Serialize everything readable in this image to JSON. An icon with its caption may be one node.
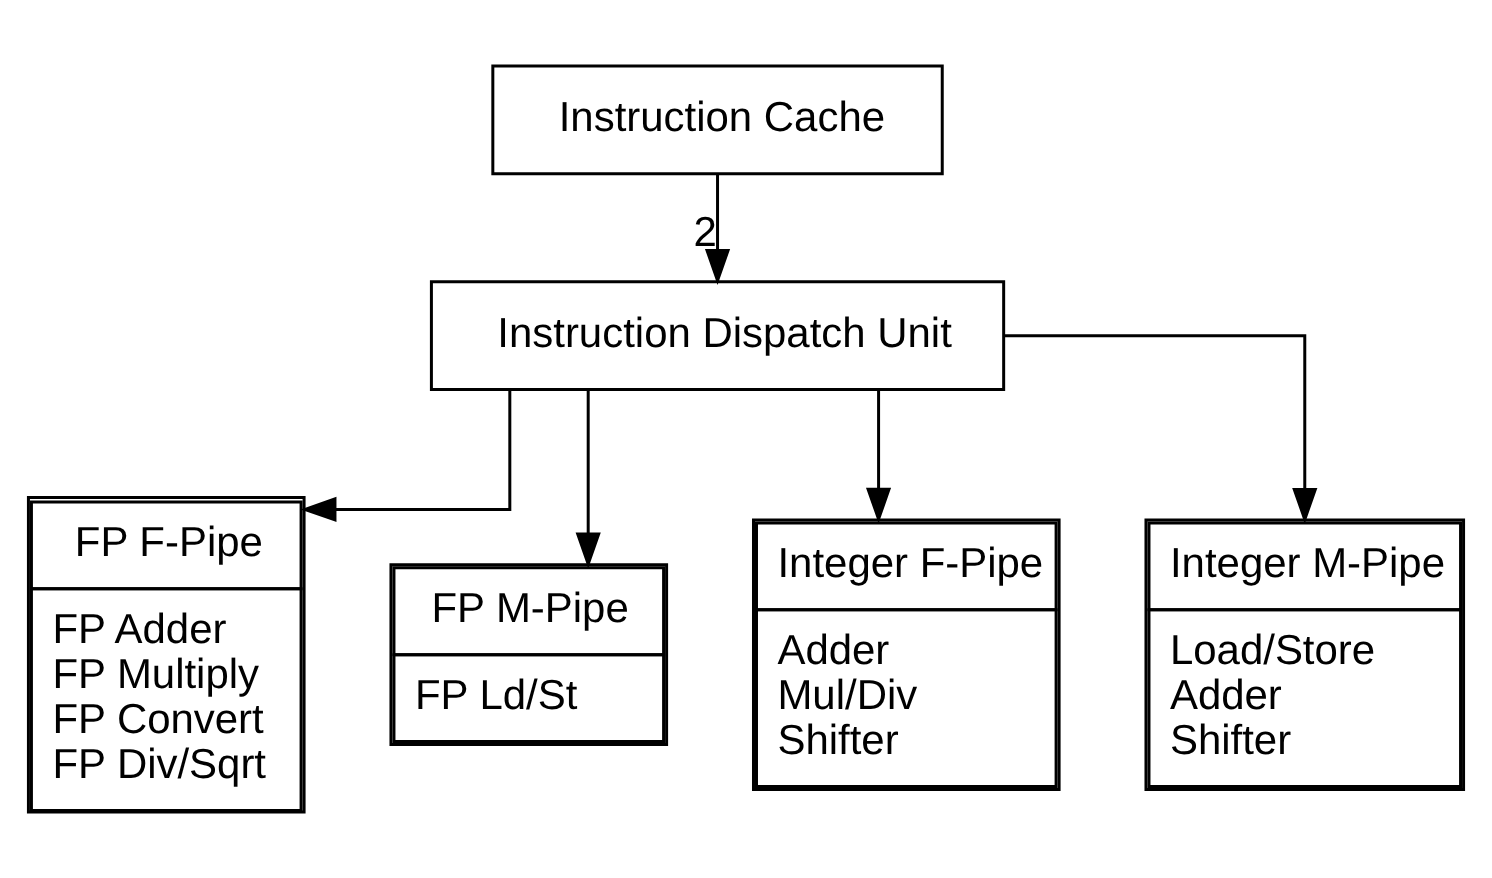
{
  "diagram": {
    "nodes": [
      {
        "text": [
          "Instruction Cache"
        ]
      },
      {
        "text": [
          "Instruction Dispatch Unit"
        ]
      },
      {
        "text": [
          "FP F-Pipe",
          "FP Adder",
          "FP Multiply",
          "FP Convert",
          "FP Div/Sqrt"
        ]
      },
      {
        "text": [
          "FP M-Pipe",
          "FP Ld/St"
        ]
      },
      {
        "text": [
          "Integer F-Pipe",
          "Adder",
          "Mul/Div",
          "Shifter"
        ]
      },
      {
        "text": [
          "Integer M-Pipe",
          "Load/Store",
          "Adder",
          "Shifter"
        ]
      }
    ],
    "edges": [
      {
        "from": 0,
        "to": 1,
        "arrow": "to",
        "label": "2"
      },
      {
        "from": 1,
        "to": 2,
        "arrow": "to"
      },
      {
        "from": 1,
        "to": 3,
        "arrow": "to"
      },
      {
        "from": 1,
        "to": 4,
        "arrow": "to"
      },
      {
        "from": 1,
        "to": 5,
        "arrow": "to"
      }
    ]
  }
}
